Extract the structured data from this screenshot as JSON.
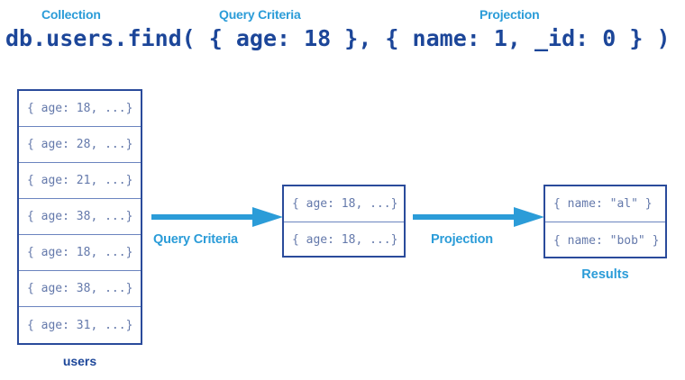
{
  "header": {
    "labels": [
      {
        "name": "collection",
        "text": "Collection"
      },
      {
        "name": "query-criteria",
        "text": "Query Criteria"
      },
      {
        "name": "projection",
        "text": "Projection"
      }
    ],
    "code": "db.users.find( { age: 18 }, { name: 1, _id: 0 } )"
  },
  "collection": {
    "caption": "users",
    "documents": [
      "{ age: 18, ...}",
      "{ age: 28, ...}",
      "{ age: 21, ...}",
      "{ age: 38, ...}",
      "{ age: 18, ...}",
      "{ age: 38, ...}",
      "{ age: 31, ...}"
    ]
  },
  "filtered": {
    "documents": [
      "{ age: 18, ...}",
      "{ age: 18, ...}"
    ]
  },
  "results": {
    "caption": "Results",
    "documents": [
      "{ name: \"al\" }",
      "{ name: \"bob\" }"
    ]
  },
  "arrows": [
    {
      "name": "query-criteria",
      "caption": "Query Criteria"
    },
    {
      "name": "projection",
      "caption": "Projection"
    }
  ],
  "colors": {
    "accent_light_blue": "#2b9cd8",
    "accent_dark_blue": "#1c4699",
    "box_border": "#2a4b9b",
    "row_divider": "#6b84bf",
    "doc_text": "#6479ab",
    "background": "#ffffff"
  }
}
